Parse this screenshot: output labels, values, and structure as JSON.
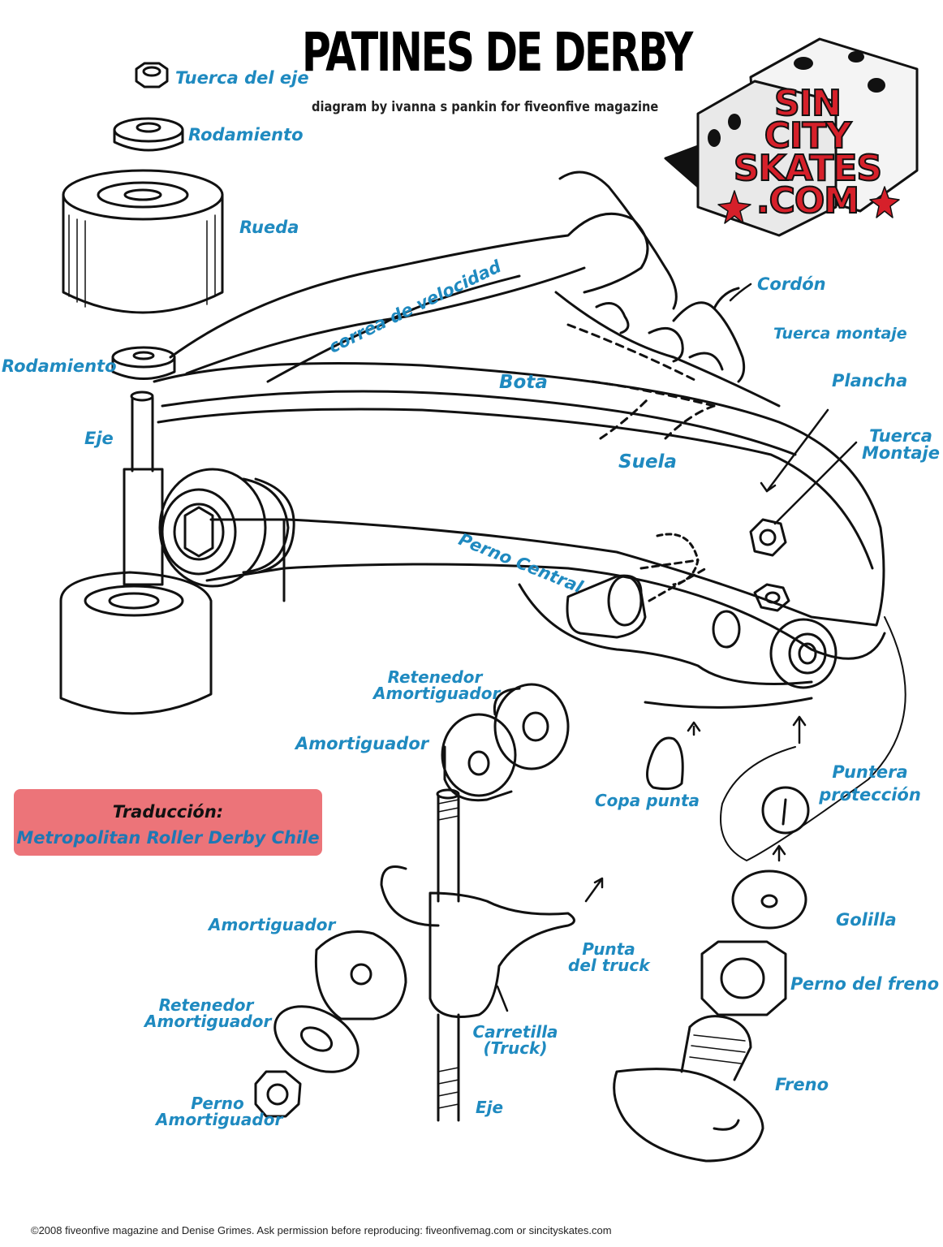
{
  "title": "PATINES DE DERBY",
  "subtitle": "diagram by ivanna s pankin for fiveonfive magazine",
  "logo": {
    "lines": [
      "SIN",
      "CITY",
      "SKATES",
      ".COM"
    ],
    "text_color": "#d6202a"
  },
  "translation_box": {
    "heading": "Traducción:",
    "text": "Metropolitan Roller Derby Chile",
    "bg": "#ec7479"
  },
  "label_color": "#1f8ac0",
  "labels": {
    "tuerca_eje": "Tuerca del eje",
    "rodamiento_top": "Rodamiento",
    "rueda": "Rueda",
    "rodamiento_side": "Rodamiento",
    "eje_left": "Eje",
    "correa": "correa de velocidad",
    "bota": "Bota",
    "suela": "Suela",
    "cordon": "Cordón",
    "tuerca_montaje": "Tuerca montaje",
    "plancha": "Plancha",
    "tuerca_montaje2_l1": "Tuerca",
    "tuerca_montaje2_l2": "Montaje",
    "perno_central": "Perno Central",
    "retenedor_top_l1": "Retenedor",
    "retenedor_top_l2": "Amortiguador",
    "amortiguador_top": "Amortiguador",
    "copa_punta": "Copa punta",
    "puntera_l1": "Puntera",
    "puntera_l2": "protección",
    "golilla": "Golilla",
    "perno_freno": "Perno del freno",
    "freno": "Freno",
    "amortiguador_bottom": "Amortiguador",
    "retenedor_bottom_l1": "Retenedor",
    "retenedor_bottom_l2": "Amortiguador",
    "perno_amort_l1": "Perno",
    "perno_amort_l2": "Amortiguador",
    "punta_truck_l1": "Punta",
    "punta_truck_l2": "del truck",
    "carretilla_l1": "Carretilla",
    "carretilla_l2": "(Truck)",
    "eje_bottom": "Eje"
  },
  "credit": "©2008 fiveonfive magazine and Denise Grimes. Ask permission before reproducing: fiveonfivemag.com or sincityskates.com"
}
